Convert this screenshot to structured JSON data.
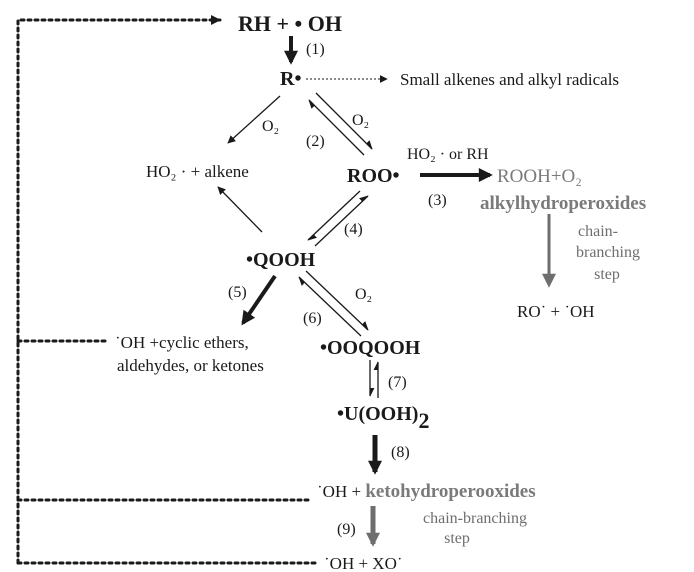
{
  "species": {
    "rh_oh": "RH + • OH",
    "r_radical": "R•",
    "small_alkenes": "Small alkenes and alkyl radicals",
    "ho2_alkene": "HO₂ · + alkene",
    "roo": "ROO•",
    "ho2_or_rh": "HO₂ · or RH",
    "rooh_o2": "ROOH+O₂",
    "alkylhydroperoxides": "alkylhydroperoxides",
    "chain_branching_1": "chain-",
    "chain_branching_2": "branching",
    "chain_branching_3": "step",
    "ro_oh": "RO˙ + ˙OH",
    "qooh": "•QOOH",
    "oh_cyclic_1": "˙OH +cyclic ethers,",
    "oh_cyclic_2": "aldehydes, or ketones",
    "ooqooh": "•OOQOOH",
    "u_ooh2": "•U(OOH)",
    "u_ooh2_sub": "2",
    "oh_keto_prefix": "˙OH + ",
    "ketohydroperoxides": "ketohydroperooxides",
    "chain_branching_step_1": "chain-branching",
    "chain_branching_step_2": "step",
    "oh_xo": "˙OH + XO˙"
  },
  "labels": {
    "o2_a": "O₂",
    "o2_b": "O₂",
    "o2_c": "O₂"
  },
  "steps": {
    "s1": "(1)",
    "s2": "(2)",
    "s3": "(3)",
    "s4": "(4)",
    "s5": "(5)",
    "s6": "(6)",
    "s7": "(7)",
    "s8": "(8)",
    "s9": "(9)"
  },
  "colors": {
    "ink": "#1a1a1a",
    "gray": "#6e6e6e",
    "gray_text": "#7a7a7a"
  }
}
